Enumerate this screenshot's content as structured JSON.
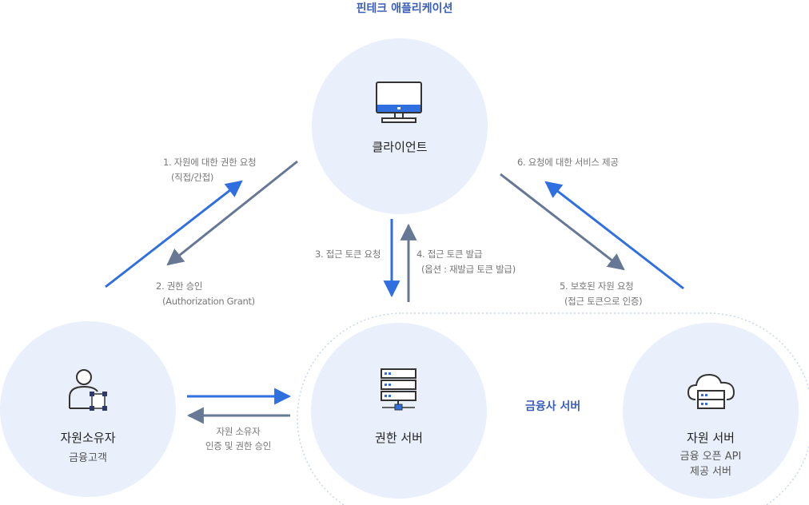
{
  "title": "핀테크 애플리케이션",
  "group_label": "금융사 서버",
  "nodes": {
    "client": {
      "label": "클라이언트",
      "icon": "monitor-icon"
    },
    "resource_owner": {
      "label": "자원소유자",
      "sub": "금융고객",
      "icon": "user-icon"
    },
    "auth_server": {
      "label": "권한 서버",
      "icon": "server-icon"
    },
    "resource_server": {
      "label": "자원 서버",
      "sub1": "금융 오픈 API",
      "sub2": "제공 서버",
      "icon": "cloud-server-icon"
    }
  },
  "steps": {
    "s1": {
      "line1": "1. 자원에 대한 권한 요청",
      "line2": "(직접/간접)"
    },
    "s2": {
      "line1": "2. 권한 승인",
      "line2": "(Authorization Grant)"
    },
    "s3": {
      "line1": "3. 접근 토큰 요청"
    },
    "s4": {
      "line1": "4. 접근 토큰 발급",
      "line2": "(옵션 : 재발급 토큰 발급)"
    },
    "s5": {
      "line1": "5. 보호된 자원 요청",
      "line2": "(접근 토큰으로 인증)"
    },
    "s6": {
      "line1": "6. 요청에 대한 서비스 제공"
    },
    "s_owner": {
      "line1": "자원 소유자",
      "line2": "인증 및 권한 승인"
    }
  },
  "colors": {
    "circle_fill": "#e9effb",
    "blue_arrow": "#2f6fe0",
    "gray_arrow": "#677894",
    "group_border": "#c9d6ee"
  }
}
